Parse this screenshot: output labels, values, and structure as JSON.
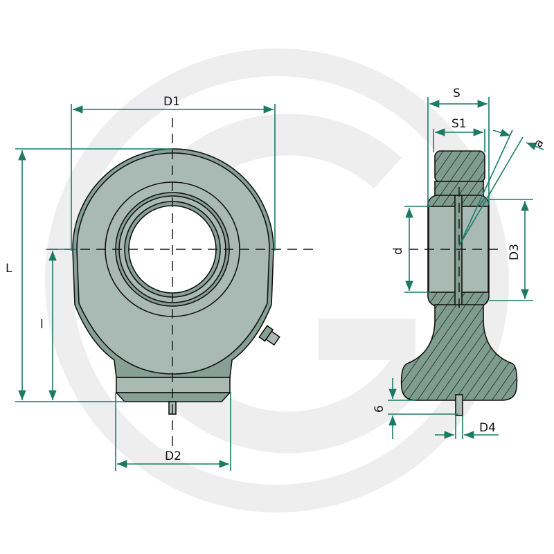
{
  "title": "Ball joint eye technical drawing",
  "labels": {
    "D1": "D1",
    "L": "L",
    "l": "l",
    "D2": "D2",
    "S": "S",
    "S1": "S1",
    "a": "a",
    "d": "d",
    "D3": "D3",
    "six": "6",
    "D4": "D4"
  },
  "watermark": "G",
  "colors": {
    "dimension": "#1a7a62",
    "body": "#a9bab4",
    "rim": "#86a096",
    "watermark": "#eeeeee"
  }
}
